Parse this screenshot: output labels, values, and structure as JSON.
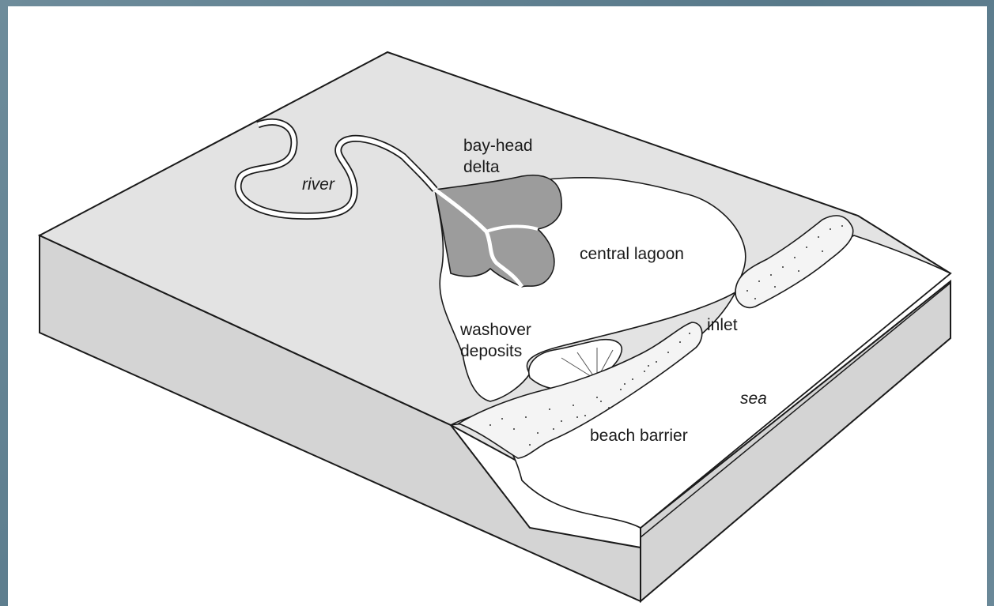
{
  "labels": {
    "river": "river",
    "bayhead_line1": "bay-head",
    "bayhead_line2": "delta",
    "central_lagoon": "central lagoon",
    "washover_line1": "washover",
    "washover_line2": "deposits",
    "inlet": "inlet",
    "sea": "sea",
    "beach_barrier": "beach barrier"
  },
  "colors": {
    "land": "#e3e3e3",
    "side_face": "#d4d4d4",
    "delta": "#9c9c9c",
    "water": "#ffffff",
    "outline": "#1a1a1a",
    "frame": "#5f7f8f"
  }
}
